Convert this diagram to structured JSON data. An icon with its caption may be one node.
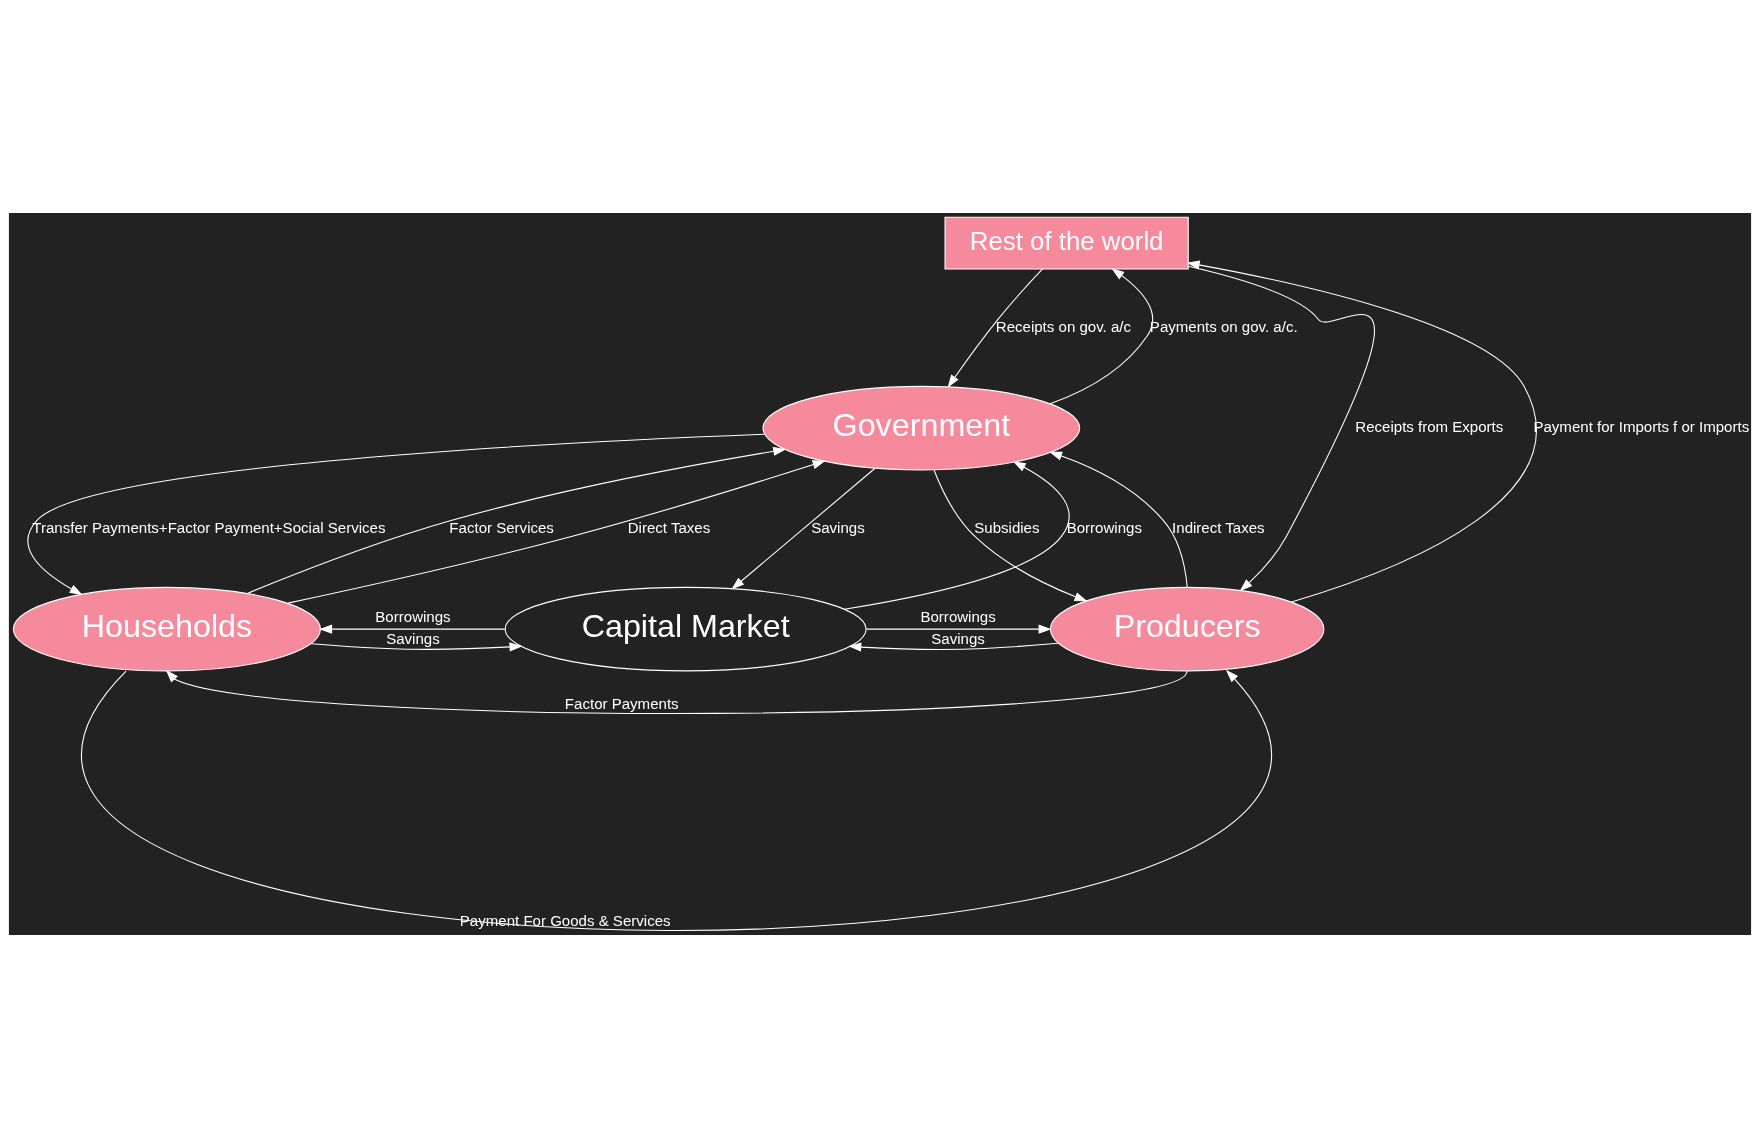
{
  "diagram": {
    "nodes": [
      {
        "text": [
          "Households"
        ]
      },
      {
        "text": [
          "Government"
        ]
      },
      {
        "text": [
          "Capital Market"
        ]
      },
      {
        "text": [
          "Producers"
        ]
      },
      {
        "text": [
          "Rest of the world"
        ]
      }
    ],
    "edges": [
      {
        "from": 0,
        "to": 1,
        "arrow": "to",
        "label": "Factor Services"
      },
      {
        "from": 1,
        "to": 0,
        "arrow": "to",
        "label": "Transfer Payments+Factor Payment+Social Services"
      },
      {
        "from": 0,
        "to": 1,
        "arrow": "to",
        "label": "Direct Taxes"
      },
      {
        "from": 1,
        "to": 2,
        "arrow": "to",
        "label": "Savings"
      },
      {
        "from": 2,
        "to": 1,
        "arrow": "to",
        "label": "Borrowings"
      },
      {
        "from": 0,
        "to": 2,
        "arrow": "to",
        "label": "Savings"
      },
      {
        "from": 2,
        "to": 0,
        "arrow": "to",
        "label": "Borrowings"
      },
      {
        "from": 2,
        "to": 3,
        "arrow": "to",
        "label": "Borrowings"
      },
      {
        "from": 3,
        "to": 2,
        "arrow": "to",
        "label": "Savings"
      },
      {
        "from": 1,
        "to": 3,
        "arrow": "to",
        "label": "Subsidies"
      },
      {
        "from": 3,
        "to": 1,
        "arrow": "to",
        "label": "Indirect Taxes"
      },
      {
        "from": 4,
        "to": 1,
        "arrow": "to",
        "label": "Receipts on gov. a/c"
      },
      {
        "from": 1,
        "to": 4,
        "arrow": "to",
        "label": "Payments on gov. a/c."
      },
      {
        "from": 4,
        "to": 3,
        "arrow": "to",
        "label": "Receipts from Exports"
      },
      {
        "from": 3,
        "to": 4,
        "arrow": "to",
        "label": "Payment for Imports f or Imports"
      },
      {
        "from": 3,
        "to": 0,
        "arrow": "to",
        "label": "Factor Payments"
      },
      {
        "from": 0,
        "to": 3,
        "arrow": "to",
        "label": "Payment For Goods & Services"
      }
    ]
  }
}
